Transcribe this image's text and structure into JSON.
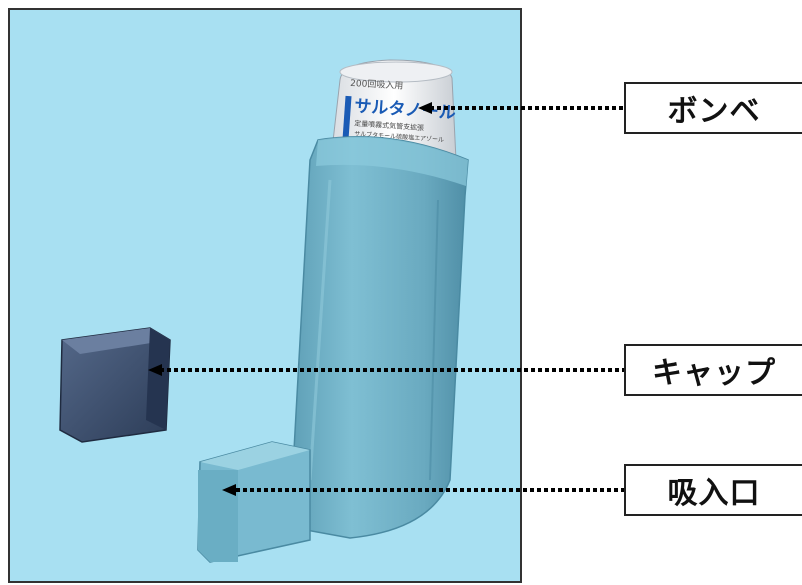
{
  "colors": {
    "background": "#a8e0f2",
    "inhaler_body": "#6fb0c6",
    "cap": "#3a4d6b",
    "canister_accent": "#1a5bb5"
  },
  "canister": {
    "top_text": "200回吸入用",
    "brand_text": "サルタノール",
    "desc_line1": "定量噴霧式気管支拡張",
    "desc_line2": "サルブタモール硫酸塩エアゾール"
  },
  "callouts": [
    {
      "label": "ボンベ"
    },
    {
      "label": "キャップ"
    },
    {
      "label": "吸入口"
    }
  ]
}
